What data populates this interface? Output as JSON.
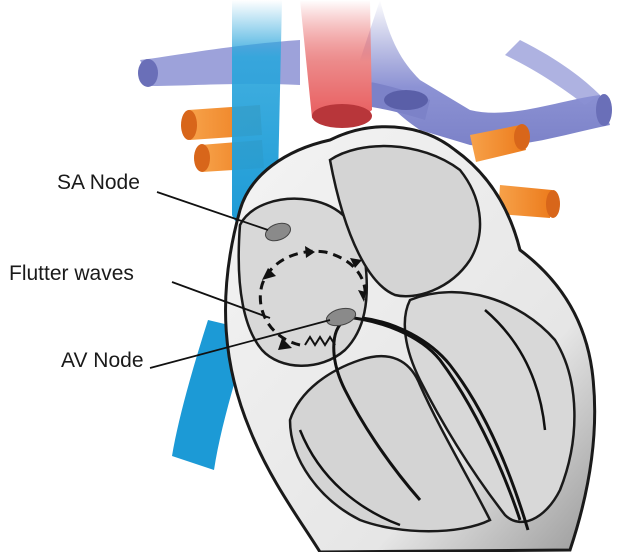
{
  "labels": {
    "sa_node": "SA Node",
    "flutter_waves": "Flutter waves",
    "av_node": "AV Node"
  },
  "colors": {
    "vena_cava": "#2ca6dc",
    "aorta": "#e8585a",
    "pulmonary_artery": "#7c82c8",
    "pulmonary_veins": "#f08a2c",
    "heart_outline": "#1a1a1a",
    "chamber_fill": "#dcdcdc",
    "node_fill": "#8a8a8a"
  }
}
